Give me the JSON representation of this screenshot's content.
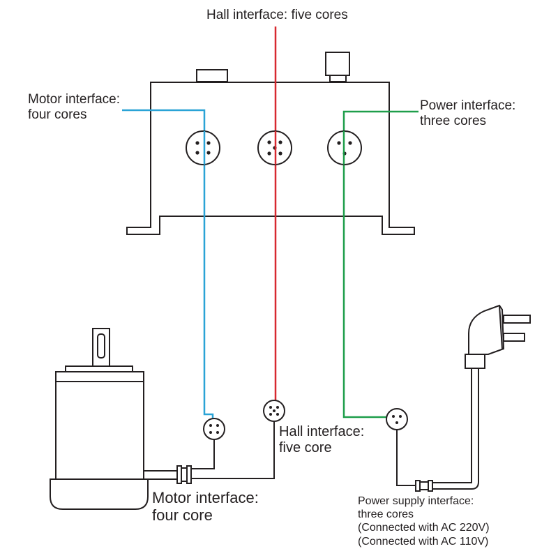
{
  "labels": {
    "hall_top": "Hall interface: five cores",
    "motor_top": [
      "Motor interface:",
      "four cores"
    ],
    "power_top": [
      "Power interface:",
      "three cores"
    ],
    "hall_bottom": [
      "Hall interface:",
      "five core"
    ],
    "motor_bottom": [
      "Motor interface:",
      "four core"
    ],
    "power_supply": [
      "Power supply interface:",
      "three cores",
      "(Connected with AC 220V)",
      "(Connected with AC 110V)"
    ]
  },
  "colors": {
    "outline": "#231f20",
    "motor_wire": "#2aa3d6",
    "hall_wire": "#d7282f",
    "power_wire": "#1e9e4a"
  },
  "icons": {
    "controller": "controller-box-icon",
    "motor": "motor-icon",
    "plug": "ac-plug-icon"
  }
}
